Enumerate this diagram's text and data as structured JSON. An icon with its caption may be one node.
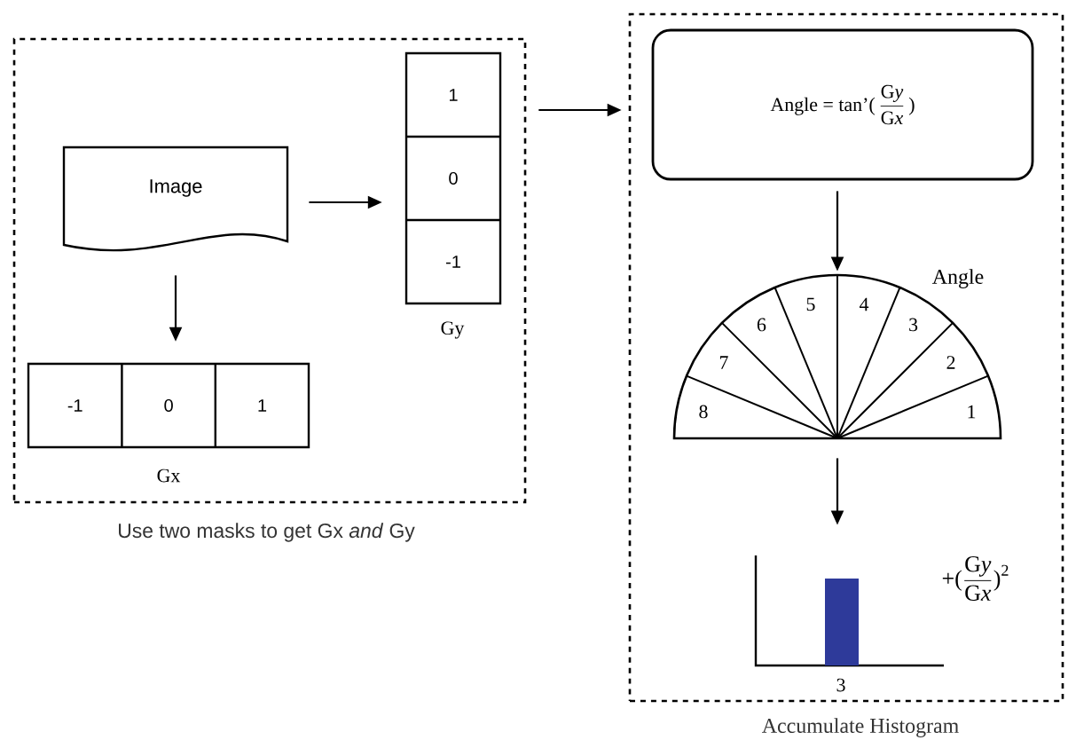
{
  "diagram": {
    "nodes": [
      {
        "text": [
          "Use two masks to get Gx *and* Gy"
        ]
      },
      {
        "text": [
          "Image"
        ],
        "in": 0
      },
      {
        "text": [
          "1",
          "0",
          "-1"
        ],
        "beside": [
          "Gy"
        ],
        "in": 0
      },
      {
        "text": [
          "-1",
          "0",
          "1"
        ],
        "beside": [
          "Gx"
        ],
        "in": 0
      },
      {
        "text": [
          "Accumulate Histogram"
        ]
      },
      {
        "text": [
          "\\text{Angle = tan'(}\\,\\frac{\\text{G}\\textit{y}}{\\text{G}\\textit{x}}\\,\\text{)}"
        ],
        "in": 4
      },
      {
        "text": [
          "5",
          "4",
          "6",
          "3",
          "7",
          "2",
          "8",
          "1"
        ],
        "beside": [
          "Angle"
        ],
        "in": 4
      },
      {
        "text": [
          "\\text{+(}\\frac{\\text{G}\\textit{y}}{\\text{G}\\textit{x}}\\text{)}^{\\text{2}}"
        ],
        "beside": [
          "3"
        ],
        "in": 4
      }
    ],
    "edges": [
      {
        "from": 1,
        "to": 2,
        "arrow": "to"
      },
      {
        "from": 1,
        "to": 3,
        "arrow": "to"
      },
      {
        "from": 0,
        "to": 4,
        "arrow": "to"
      },
      {
        "from": 5,
        "to": 6,
        "arrow": "to"
      },
      {
        "from": 6,
        "to": 7,
        "arrow": "to"
      }
    ]
  }
}
